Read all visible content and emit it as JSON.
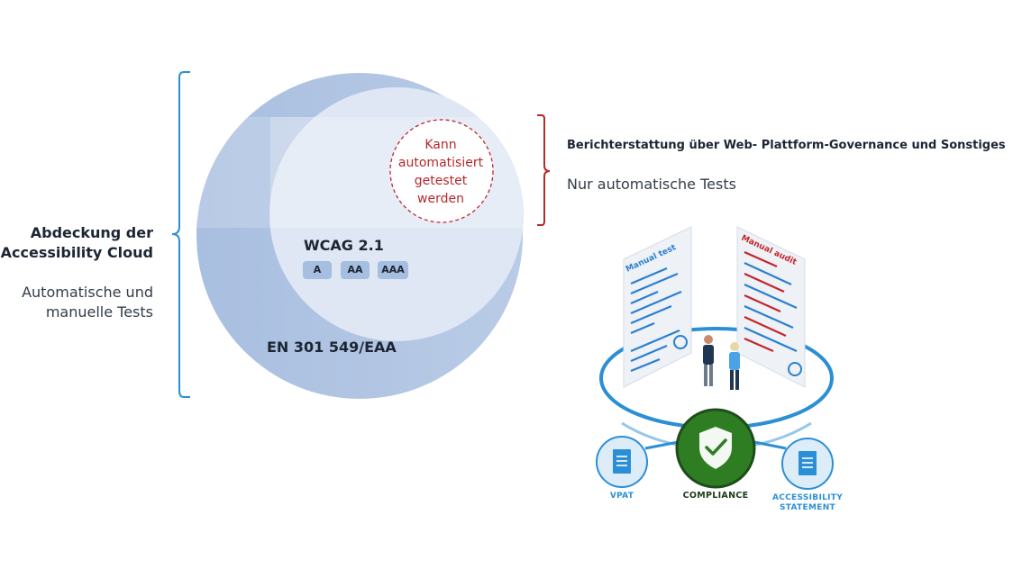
{
  "coverage": {
    "title_line1": "Abdeckung der",
    "title_line2": "Accessibility Cloud",
    "subtitle_line1": "Automatische und",
    "subtitle_line2": "manuelle Tests"
  },
  "circles": {
    "outer_label": "EN 301 549/EAA",
    "inner_label": "WCAG 2.1",
    "levels": [
      "A",
      "AA",
      "AAA"
    ],
    "auto_line1": "Kann",
    "auto_line2": "automatisiert",
    "auto_line3": "getestet",
    "auto_line4": "werden"
  },
  "reporting": {
    "title": "Berichterstattung über Web- Plattform-Governance und Sonstiges",
    "subtitle": "Nur automatische Tests"
  },
  "illustration": {
    "doc_left_title": "Manual test",
    "doc_right_title": "Manual audit",
    "vpat": "VPAT",
    "compliance": "COMPLIANCE",
    "statement_line1": "ACCESSIBILITY",
    "statement_line2": "STATEMENT"
  },
  "colors": {
    "bracket_blue": "#2b8fd6",
    "bracket_red": "#b5292d",
    "outer_circle": "#b3c6e3",
    "inner_circle": "#dfe8f4",
    "compliance_green": "#3a8a2a"
  }
}
